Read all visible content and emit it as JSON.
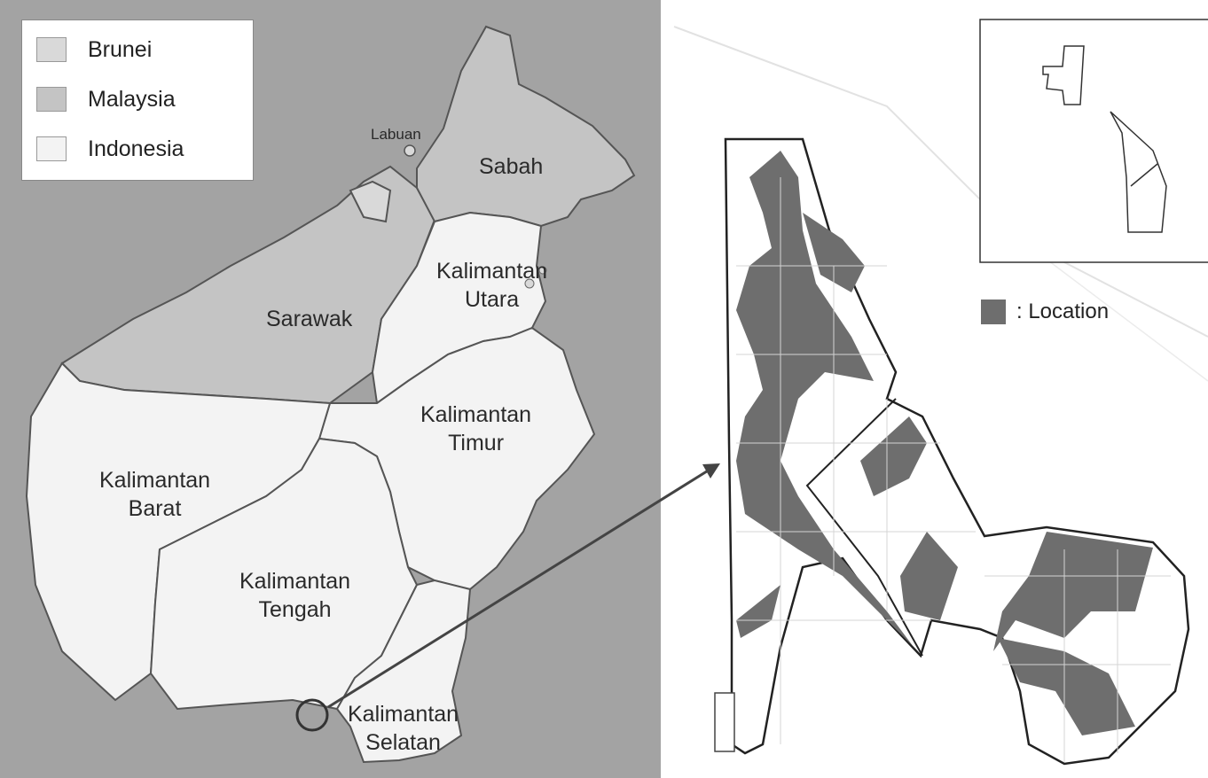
{
  "legend": {
    "items": [
      {
        "label": "Brunei",
        "color": "#d9d9d9"
      },
      {
        "label": "Malaysia",
        "color": "#c4c4c4"
      },
      {
        "label": "Indonesia",
        "color": "#f3f3f3"
      }
    ]
  },
  "regions": {
    "labuan": "Labuan",
    "sabah": "Sabah",
    "sarawak": "Sarawak",
    "kaltara": [
      "Kalimantan",
      "Utara"
    ],
    "kaltim": [
      "Kalimantan",
      "Timur"
    ],
    "kalbar": [
      "Kalimantan",
      "Barat"
    ],
    "kalteng": [
      "Kalimantan",
      "Tengah"
    ],
    "kalsel": [
      "Kalimantan",
      "Selatan"
    ]
  },
  "location_legend": {
    "label": ": Location",
    "color": "#6e6e6e"
  },
  "colors": {
    "sea": "#a3a3a3",
    "border": "#555555",
    "site_fill": "#6e6e6e"
  }
}
